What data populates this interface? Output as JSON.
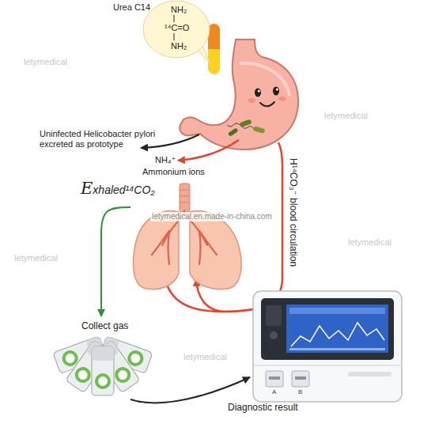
{
  "diagram": {
    "nodes": [
      {
        "text": [
          "Urea C14",
          "NH₂",
          "¹⁴C=O",
          "NH₂"
        ]
      },
      {
        "text": [
          "Exhaled¹⁴CO₂"
        ]
      },
      {
        "text": [
          "Collect gas"
        ]
      },
      {
        "text": [
          "A",
          "B",
          "Diagnostic result"
        ]
      }
    ],
    "edges": [
      {
        "from": 1,
        "to": 2,
        "arrow": "to"
      },
      {
        "from": 2,
        "to": 3,
        "arrow": "to"
      }
    ],
    "labels": [
      "Uninfected Helicobacter pylori excreted as prototype",
      "NH₄⁺",
      "Ammonium ions",
      "H¹⁴CO₃⁻ blood circulation",
      "letymedical.en.made-in-china.com",
      "letymedical",
      "letymedical",
      "letymedical",
      "letymedical",
      "letymedical"
    ]
  }
}
